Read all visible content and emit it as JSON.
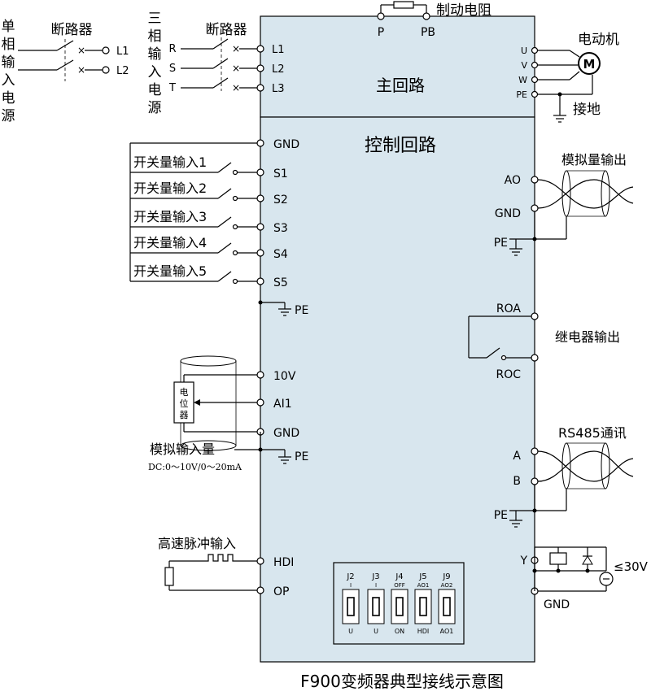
{
  "title": "F900变频器典型接线示意图",
  "colors": {
    "panel": "#d8e6ee",
    "line": "#000000"
  },
  "single_phase": {
    "label_chars": [
      "单",
      "相",
      "输",
      "入",
      "电",
      "源"
    ],
    "breaker": "断路器",
    "terms": [
      "L1",
      "L2"
    ]
  },
  "three_phase": {
    "label_chars": [
      "三",
      "相",
      "输",
      "入",
      "电",
      "源"
    ],
    "breaker": "断路器",
    "phases": [
      "R",
      "S",
      "T"
    ]
  },
  "main_circuit": {
    "label": "主回路",
    "inputs": [
      "L1",
      "L2",
      "L3"
    ],
    "brake_terms": [
      "P",
      "PB"
    ],
    "brake_label": "制动电阻",
    "outputs": [
      "U",
      "V",
      "W",
      "PE"
    ],
    "motor_label": "电动机",
    "motor_symbol": "M",
    "ground_label": "接地"
  },
  "control_circuit": {
    "label": "控制回路",
    "left_terms": [
      "GND",
      "S1",
      "S2",
      "S3",
      "S4",
      "S5",
      "PE",
      "10V",
      "AI1",
      "GND",
      "PE",
      "HDI",
      "OP"
    ],
    "switch_labels": [
      "开关量输入1",
      "开关量输入2",
      "开关量输入3",
      "开关量输入4",
      "开关量输入5"
    ],
    "pot_chars": [
      "电",
      "位",
      "器"
    ],
    "analog_in_label": "模拟输入量",
    "analog_in_range": "DC:0～10V/0～20mA",
    "pulse_label": "高速脉冲输入",
    "right_terms": [
      "AO",
      "GND",
      "PE",
      "ROA",
      "ROC",
      "A",
      "B",
      "PE",
      "Y",
      "GND"
    ],
    "analog_out_label": "模拟量输出",
    "relay_label": "继电器输出",
    "rs485_label": "RS485通讯",
    "y_voltage": "≤30V"
  },
  "jumpers": [
    {
      "name": "J2",
      "top": "I",
      "bottom": "U"
    },
    {
      "name": "J3",
      "top": "I",
      "bottom": "U"
    },
    {
      "name": "J4",
      "top": "OFF",
      "bottom": "ON"
    },
    {
      "name": "J5",
      "top": "AO1",
      "bottom": "HDI"
    },
    {
      "name": "J9",
      "top": "AO2",
      "bottom": "AO1"
    }
  ]
}
